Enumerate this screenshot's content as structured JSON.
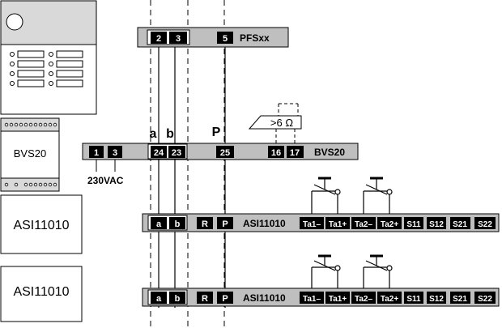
{
  "pfs_bar": {
    "terminals": [
      "2",
      "3",
      "5"
    ],
    "label": "PFSxx"
  },
  "bvs_bar": {
    "terminals": [
      "1",
      "3",
      "24",
      "23",
      "25",
      "16",
      "17"
    ],
    "label": "BVS20"
  },
  "wire_labels": {
    "a": "a",
    "b": "b",
    "p": "P"
  },
  "resistance_label": ">6 Ω",
  "supply_label": "230VAC",
  "bvs_module_label": "BVS20",
  "asi_rows": [
    {
      "box_label": "ASI11010",
      "bar_label": "ASI11010",
      "left_terminals": [
        "a",
        "b",
        "R",
        "P"
      ],
      "right_terminals": [
        "Ta1–",
        "Ta1+",
        "Ta2–",
        "Ta2+",
        "S11",
        "S12",
        "S21",
        "S22"
      ]
    },
    {
      "box_label": "ASI11010",
      "bar_label": "ASI11010",
      "left_terminals": [
        "a",
        "b",
        "R",
        "P"
      ],
      "right_terminals": [
        "Ta1–",
        "Ta1+",
        "Ta2–",
        "Ta2+",
        "S11",
        "S12",
        "S21",
        "S22"
      ]
    }
  ]
}
